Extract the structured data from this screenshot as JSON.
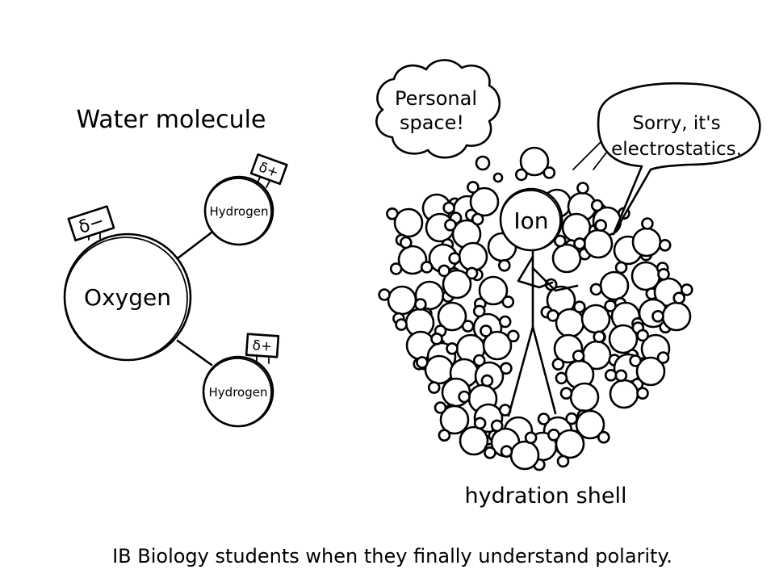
{
  "water_molecule": {
    "title": "Water molecule",
    "oxygen_label": "Oxygen",
    "hydrogen_top_label": "Hydrogen",
    "hydrogen_bottom_label": "Hydrogen",
    "oxygen_charge_sign": "δ−",
    "hydrogen_top_charge_sign": "δ+",
    "hydrogen_bottom_charge_sign": "δ+"
  },
  "hydration_shell": {
    "ion_label": "Ion",
    "thought_bubble_line1": "Personal",
    "thought_bubble_line2": "space!",
    "speech_bubble_line1": "Sorry, it's",
    "speech_bubble_line2": "electrostatics.",
    "caption": "hydration shell"
  },
  "caption": "IB Biology students when they finally understand polarity."
}
